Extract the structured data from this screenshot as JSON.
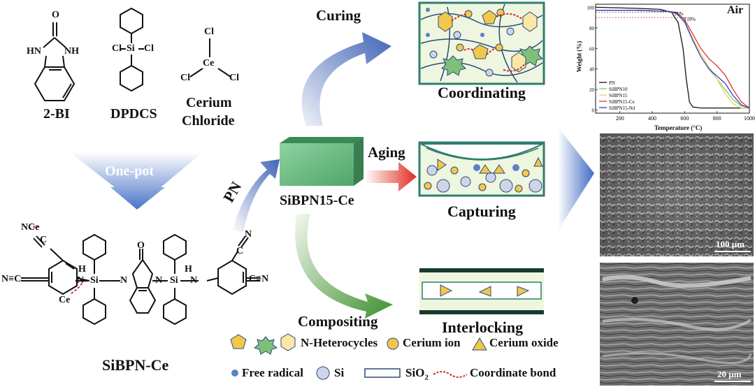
{
  "reagents": {
    "bi_label": "2-BI",
    "dpdcs_label": "DPDCS",
    "cerium_line1": "Cerium",
    "cerium_line2": "Chloride",
    "atoms": {
      "o": "O",
      "hn": "HN",
      "nh": "NH",
      "si": "Si",
      "cl": "Cl",
      "ce": "Ce"
    }
  },
  "process": {
    "one_pot": "One-pot",
    "pn": "PN",
    "block_label": "SiBPN15-Ce",
    "curing": "Curing",
    "aging": "Aging",
    "compositing": "Compositing"
  },
  "mechanisms": {
    "coordinating": "Coordinating",
    "capturing": "Capturing",
    "interlocking": "Interlocking"
  },
  "product": {
    "name": "SiBPN-Ce",
    "atoms": {
      "ce": "Ce",
      "n": "N",
      "c": "C",
      "h": "H",
      "si": "Si",
      "o": "O",
      "nc_left": "N≡C",
      "cn_right": "C≡N"
    }
  },
  "legend": {
    "heterocycles": "N-Heterocycles",
    "cerium_ion": "Cerium ion",
    "cerium_oxide": "Cerium oxide",
    "free_radical": "Free radical",
    "si": "Si",
    "sio2_prefix": "SiO",
    "sio2_sub": "2",
    "coordinate_bond": "Coordinate bond"
  },
  "tga": {
    "atmosphere": "Air",
    "ylabel": "Weight (%)",
    "xlabel": "Temperature (°C)",
    "t5": "T5%",
    "t10": "T10%"
  },
  "chart_data": {
    "type": "line",
    "title": "Air",
    "xlabel": "Temperature (°C)",
    "ylabel": "Weight (%)",
    "xlim": [
      50,
      1000
    ],
    "ylim": [
      -3,
      103
    ],
    "xticks": [
      200,
      400,
      600,
      800,
      1000
    ],
    "yticks": [
      0,
      20,
      40,
      60,
      80,
      100
    ],
    "legend_position": "left-bottom",
    "series": [
      {
        "name": "PN",
        "color": "#111111",
        "x": [
          50,
          300,
          450,
          520,
          560,
          590,
          610,
          630,
          650,
          700,
          1000
        ],
        "y": [
          100,
          99,
          98,
          95,
          85,
          60,
          30,
          8,
          3,
          2,
          2
        ]
      },
      {
        "name": "SiBPN10",
        "color": "#7ccf6a",
        "x": [
          50,
          300,
          500,
          550,
          600,
          650,
          700,
          750,
          800,
          850,
          900,
          950,
          1000
        ],
        "y": [
          97,
          97,
          96,
          94,
          85,
          68,
          52,
          40,
          30,
          20,
          10,
          4,
          2
        ]
      },
      {
        "name": "SiBPN15",
        "color": "#e8d060",
        "x": [
          50,
          300,
          500,
          550,
          600,
          650,
          700,
          750,
          800,
          850,
          900,
          950,
          1000
        ],
        "y": [
          97,
          97,
          96,
          94,
          86,
          70,
          55,
          42,
          30,
          16,
          6,
          2,
          2
        ]
      },
      {
        "name": "SiBPN15-Ce",
        "color": "#e03030",
        "x": [
          50,
          300,
          500,
          550,
          600,
          650,
          700,
          750,
          800,
          850,
          900,
          950,
          1000
        ],
        "y": [
          97,
          97,
          96,
          95,
          88,
          74,
          60,
          50,
          43,
          34,
          20,
          8,
          2
        ]
      },
      {
        "name": "SiBPN15-Nd",
        "color": "#3040c0",
        "x": [
          50,
          300,
          500,
          550,
          600,
          650,
          700,
          750,
          800,
          850,
          900,
          950,
          1000
        ],
        "y": [
          97,
          97,
          96,
          94,
          86,
          68,
          52,
          40,
          33,
          26,
          14,
          5,
          2
        ]
      }
    ]
  },
  "sem": {
    "scale_top": "100 μm",
    "scale_bottom": "20 μm"
  },
  "colors": {
    "panel_fill": "#eef6df",
    "panel_border": "#2e7d6e",
    "arrow_blue": "#3f63b6",
    "arrow_green": "#4e9b3a",
    "arrow_red": "#e03b2b",
    "ce_bond": "#d0282a",
    "cube_green": "#6db884"
  }
}
